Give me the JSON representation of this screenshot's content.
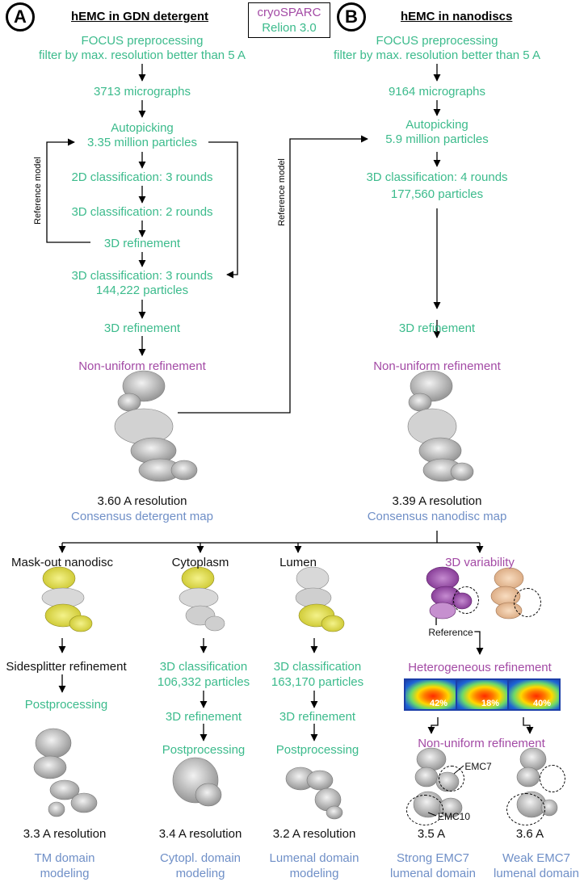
{
  "panel_a": {
    "letter": "A",
    "title": "hEMC in GDN detergent",
    "focus": "FOCUS preprocessing",
    "filter": "filter by max. resolution better than 5 A",
    "micrographs": "3713 micrographs",
    "autopicking": "Autopicking",
    "particles": "3.35 million particles",
    "class2d": "2D classification: 3 rounds",
    "class3d": "3D classification: 2 rounds",
    "refine": "3D refinement",
    "class3d_b": "3D classification: 3 rounds",
    "particles_b": "144,222 particles",
    "refine_b": "3D refinement",
    "nonuniform": "Non-uniform refinement",
    "resolution": "3.60 A resolution",
    "map": "Consensus detergent map",
    "ref_model": "Reference model"
  },
  "software": {
    "line1": "cryoSPARC",
    "line2": "Relion 3.0"
  },
  "panel_b": {
    "letter": "B",
    "title": "hEMC in nanodiscs",
    "focus": "FOCUS preprocessing",
    "filter": "filter by max. resolution better than 5 A",
    "micrographs": "9164 micrographs",
    "autopicking": "Autopicking",
    "particles": "5.9 million particles",
    "class3d": "3D classification: 4 rounds",
    "particles_b": "177,560 particles",
    "refine": "3D refinement",
    "nonuniform": "Non-uniform refinement",
    "resolution": "3.39 A resolution",
    "map": "Consensus nanodisc map",
    "ref_model": "Reference model"
  },
  "branches": {
    "mask": {
      "title": "Mask-out nanodisc",
      "step1": "Sidesplitter refinement",
      "step2": "Postprocessing",
      "resolution": "3.3 A resolution",
      "model1": "TM domain",
      "model2": "modeling"
    },
    "cyto": {
      "title": "Cytoplasm",
      "step1a": "3D classification",
      "step1b": "106,332 particles",
      "step2": "3D refinement",
      "step3": "Postprocessing",
      "resolution": "3.4 A resolution",
      "model1": "Cytopl. domain",
      "model2": "modeling"
    },
    "lumen": {
      "title": "Lumen",
      "step1a": "3D classification",
      "step1b": "163,170 particles",
      "step2": "3D refinement",
      "step3": "Postprocessing",
      "resolution": "3.2 A resolution",
      "model1": "Lumenal domain",
      "model2": "modeling"
    },
    "var": {
      "title": "3D variability",
      "reference": "Reference",
      "hetero": "Heterogeneous refinement",
      "pct": [
        "42%",
        "18%",
        "40%"
      ],
      "nonuniform": "Non-uniform refinement",
      "emc7": "EMC7",
      "emc10": "EMC10",
      "res_strong": "3.5 A",
      "res_weak": "3.6 A",
      "strong1": "Strong EMC7",
      "strong2": "lumenal domain",
      "weak1": "Weak EMC7",
      "weak2": "lumenal domain"
    }
  },
  "colors": {
    "step": "#3cbb8c",
    "cryosparc": "#a34aa5",
    "output": "#6f8fc7"
  }
}
